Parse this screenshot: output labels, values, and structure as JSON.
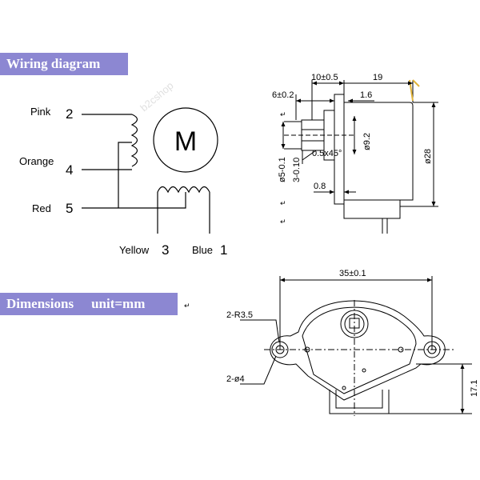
{
  "sections": {
    "wiring_title": "Wiring diagram",
    "dimensions_title": "Dimensions",
    "unit_label": "unit=mm"
  },
  "wiring": {
    "motor_label": "M",
    "wires": [
      {
        "color": "Pink",
        "pin": "2"
      },
      {
        "color": "Orange",
        "pin": "4"
      },
      {
        "color": "Red",
        "pin": "5"
      },
      {
        "color": "Yellow",
        "pin": "3"
      },
      {
        "color": "Blue",
        "pin": "1"
      }
    ]
  },
  "side_view": {
    "d_10": "10±0.5",
    "d_19": "19",
    "d_6": "6±0.2",
    "d_1_6": "1.6",
    "d_9_2": "ø9.2",
    "d_chamfer": "0.5x45°",
    "d_shaft": "ø5-0.1",
    "d_3": "3-0.10",
    "d_0_8": "0.8",
    "d_28": "ø28"
  },
  "top_view": {
    "d_35": "35±0.1",
    "d_r3_5": "2-R3.5",
    "d_hole": "2-ø4",
    "d_17_1": "17.1"
  },
  "watermark": "b2cshop",
  "colors": {
    "banner": "#8c87d2",
    "line": "#000000",
    "leader_yellow": "#e2b43a"
  }
}
